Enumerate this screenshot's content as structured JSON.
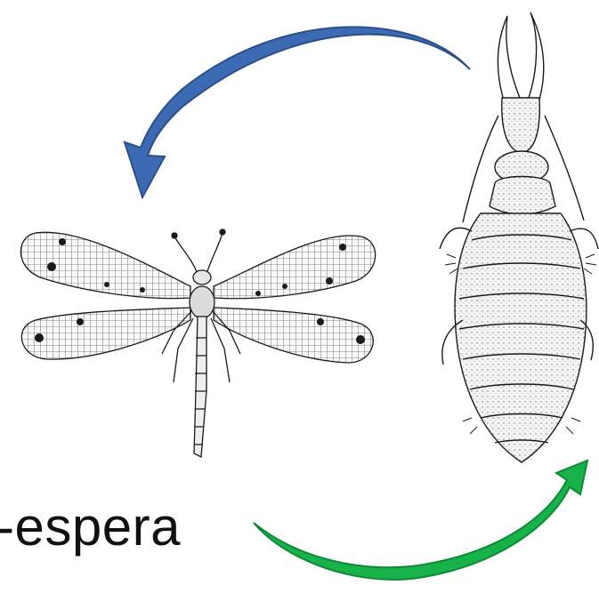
{
  "caption": "-espera",
  "illustrations": {
    "adult": "antlion-adult-icon",
    "larva": "antlion-larva-icon"
  },
  "arrows": {
    "top": {
      "color": "#3d6bb3",
      "direction": "larva-to-adult"
    },
    "bottom": {
      "color": "#17b24a",
      "direction": "to-larva"
    }
  },
  "colors": {
    "ink": "#1a1a1a",
    "background": "#ffffff"
  }
}
